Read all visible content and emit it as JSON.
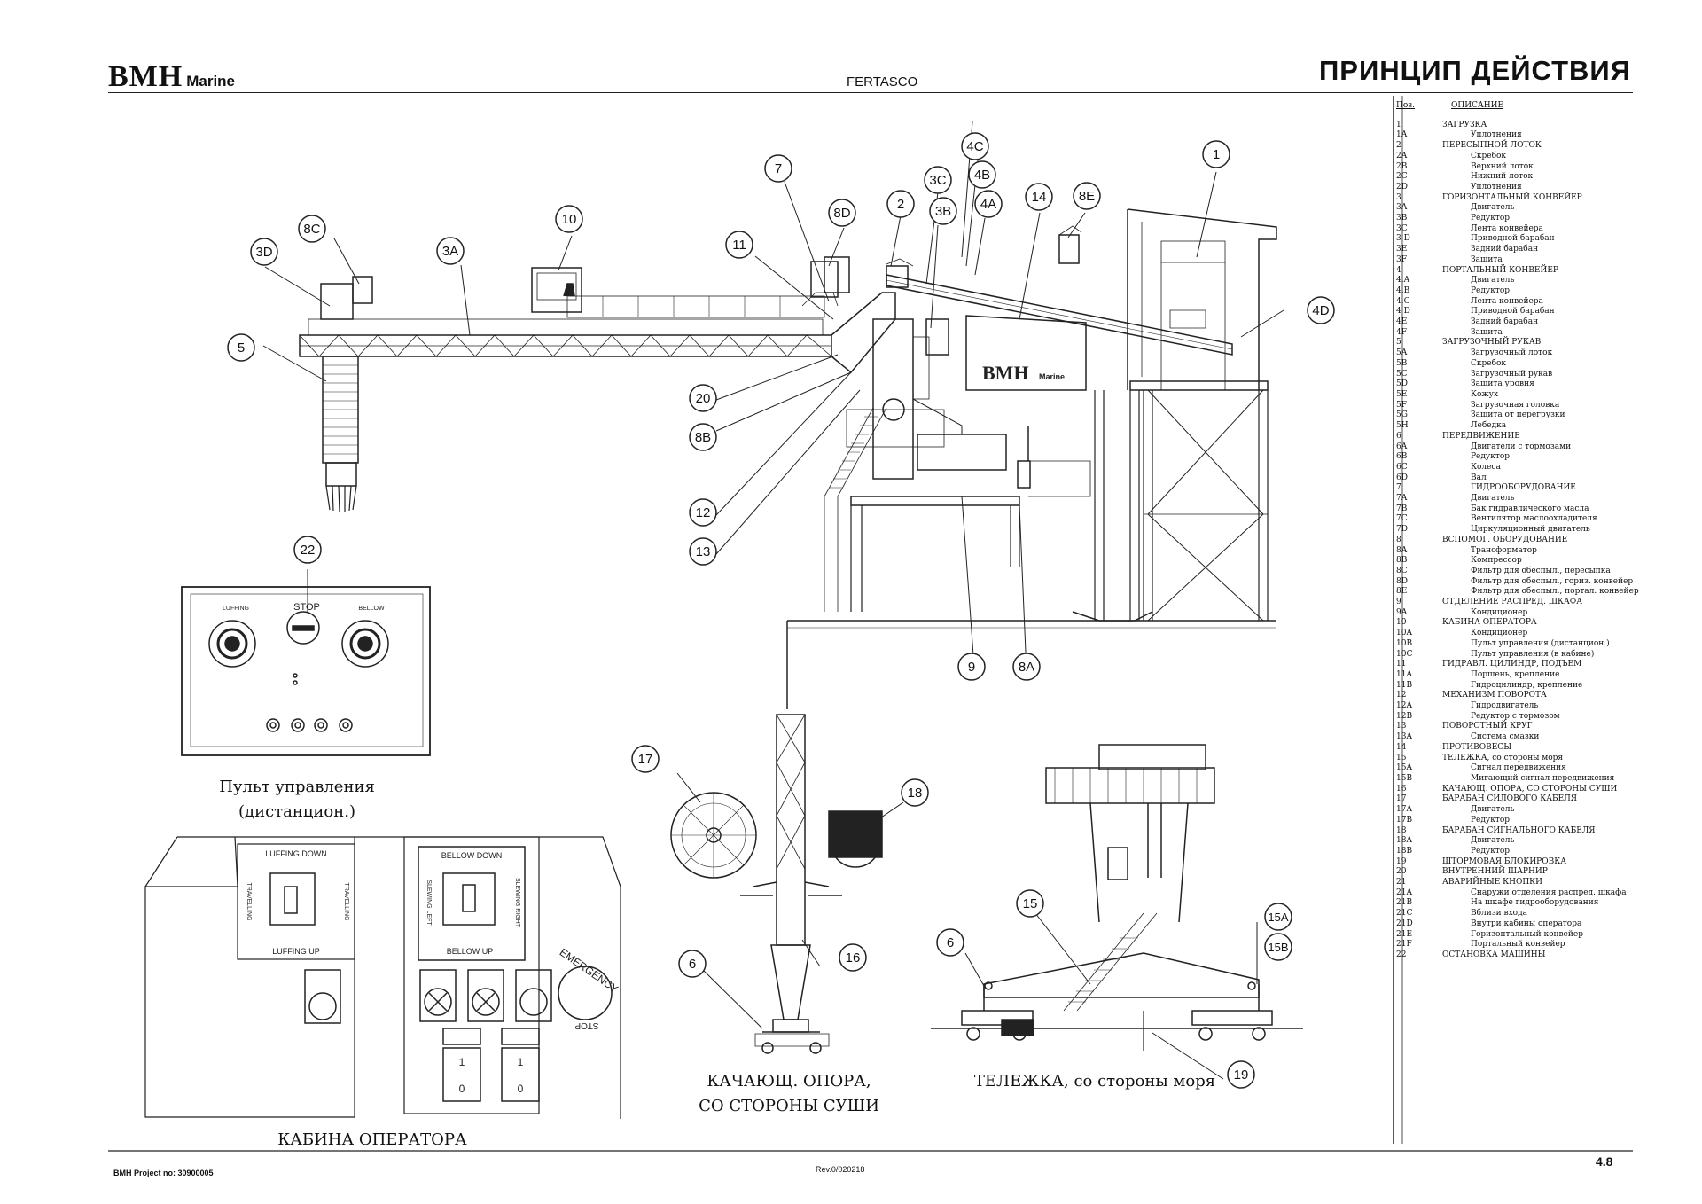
{
  "header": {
    "logo_main": "BMH",
    "logo_sub": "Marine",
    "project": "FERTASCO",
    "title": "ПРИНЦИП ДЕЙСТВИЯ"
  },
  "legend": {
    "col_pos": "Поз.",
    "col_desc": "ОПИСАНИЕ",
    "items": [
      {
        "code": "1",
        "text": "ЗАГРУЗКА",
        "main": true
      },
      {
        "code": "1A",
        "text": "Уплотнения",
        "main": false
      },
      {
        "code": "2",
        "text": "ПЕРЕСЫПНОЙ ЛОТОК",
        "main": true
      },
      {
        "code": "2A",
        "text": "Скребок",
        "main": false
      },
      {
        "code": "2B",
        "text": "Верхний лоток",
        "main": false
      },
      {
        "code": "2C",
        "text": "Нижний лоток",
        "main": false
      },
      {
        "code": "2D",
        "text": "Уплотнения",
        "main": false
      },
      {
        "code": "3",
        "text": "ГОРИЗОНТАЛЬНЫЙ КОНВЕЙЕР",
        "main": true
      },
      {
        "code": "3A",
        "text": "Двигатель",
        "main": false
      },
      {
        "code": "3B",
        "text": "Редуктор",
        "main": false
      },
      {
        "code": "3C",
        "text": "Лента конвейера",
        "main": false
      },
      {
        "code": "3 D",
        "text": "Приводной барабан",
        "main": false
      },
      {
        "code": "3E",
        "text": "Задний барабан",
        "main": false
      },
      {
        "code": "3F",
        "text": "Защита",
        "main": false
      },
      {
        "code": "4",
        "text": "ПОРТАЛЬНЫЙ КОНВЕЙЕР",
        "main": true
      },
      {
        "code": "4.A",
        "text": "Двигатель",
        "main": false
      },
      {
        "code": "4.B",
        "text": "Редуктор",
        "main": false
      },
      {
        "code": "4.C",
        "text": "Лента конвейера",
        "main": false
      },
      {
        "code": "4 D",
        "text": "Приводной барабан",
        "main": false
      },
      {
        "code": "4E",
        "text": "Задний барабан",
        "main": false
      },
      {
        "code": "4F",
        "text": "Защита",
        "main": false
      },
      {
        "code": "5",
        "text": "ЗАГРУЗОЧНЫЙ РУКАВ",
        "main": true
      },
      {
        "code": "5A",
        "text": "Загрузочный лоток",
        "main": false
      },
      {
        "code": "5B",
        "text": "Скребок",
        "main": false
      },
      {
        "code": "5C",
        "text": "Загрузочный рукав",
        "main": false
      },
      {
        "code": "5D",
        "text": "Защита уровня",
        "main": false
      },
      {
        "code": "5E",
        "text": "Кожух",
        "main": false
      },
      {
        "code": "5F",
        "text": "Загрузочная головка",
        "main": false
      },
      {
        "code": "5G",
        "text": "Защита от перегрузки",
        "main": false
      },
      {
        "code": "5H",
        "text": "Лебедка",
        "main": false
      },
      {
        "code": "6",
        "text": "ПЕРЕДВИЖЕНИЕ",
        "main": true
      },
      {
        "code": "6A",
        "text": "Двигатели с тормозами",
        "main": false
      },
      {
        "code": "6B",
        "text": "Редуктор",
        "main": false
      },
      {
        "code": "6C",
        "text": "Колеса",
        "main": false
      },
      {
        "code": "6D",
        "text": "Вал",
        "main": false
      },
      {
        "code": "7",
        "text": "ГИДРООБОРУДОВАНИЕ",
        "main": false
      },
      {
        "code": "7A",
        "text": "Двигатель",
        "main": false
      },
      {
        "code": "7B",
        "text": "Бак гидравлического масла",
        "main": false
      },
      {
        "code": "7C",
        "text": "Вентилятор маслоохладителя",
        "main": false
      },
      {
        "code": "7D",
        "text": "Циркуляционный двигатель",
        "main": false
      },
      {
        "code": "8",
        "text": "ВСПОМОГ. ОБОРУДОВАНИЕ",
        "main": true
      },
      {
        "code": "8A",
        "text": "Трансформатор",
        "main": false
      },
      {
        "code": "8B",
        "text": "Компрессор",
        "main": false
      },
      {
        "code": "8C",
        "text": "Фильтр для обеспыл., пересыпка",
        "main": false
      },
      {
        "code": "8D",
        "text": "Фильтр для обеспыл., гориз. конвейер",
        "main": false
      },
      {
        "code": "8E",
        "text": "Фильтр для обеспыл., портал. конвейер",
        "main": false
      },
      {
        "code": "9",
        "text": "ОТДЕЛЕНИЕ РАСПРЕД. ШКАФА",
        "main": true
      },
      {
        "code": "9A",
        "text": "Кондиционер",
        "main": false
      },
      {
        "code": "10",
        "text": "КАБИНА ОПЕРАТОРА",
        "main": true
      },
      {
        "code": "10A",
        "text": "Кондиционер",
        "main": false
      },
      {
        "code": "10B",
        "text": "Пульт управления (дистанцион.)",
        "main": false
      },
      {
        "code": "10C",
        "text": "Пульт управления (в кабине)",
        "main": false
      },
      {
        "code": "11",
        "text": "ГИДРАВЛ. ЦИЛИНДР, ПОДЪЕМ",
        "main": true
      },
      {
        "code": "11A",
        "text": "Поршень, крепление",
        "main": false
      },
      {
        "code": "11B",
        "text": "Гидроцилиндр, крепление",
        "main": false
      },
      {
        "code": "12",
        "text": "МЕХАНИЗМ ПОВОРОТА",
        "main": true
      },
      {
        "code": "12A",
        "text": "Гидродвигатель",
        "main": false
      },
      {
        "code": "12B",
        "text": "Редуктор с тормозом",
        "main": false
      },
      {
        "code": "13",
        "text": "ПОВОРОТНЫЙ КРУГ",
        "main": true
      },
      {
        "code": "13A",
        "text": "Система смазки",
        "main": false
      },
      {
        "code": "14",
        "text": "ПРОТИВОВЕСЫ",
        "main": true
      },
      {
        "code": "15",
        "text": "ТЕЛЕЖКА, со стороны моря",
        "main": true
      },
      {
        "code": "15A",
        "text": "Сигнал передвижения",
        "main": false
      },
      {
        "code": "15B",
        "text": "Мигающий сигнал передвижения",
        "main": false
      },
      {
        "code": "16",
        "text": "КАЧАЮЩ. ОПОРА, СО СТОРОНЫ СУШИ",
        "main": true
      },
      {
        "code": "17",
        "text": "БАРАБАН СИЛОВОГО КАБЕЛЯ",
        "main": true
      },
      {
        "code": "17A",
        "text": "Двигатель",
        "main": false
      },
      {
        "code": "17B",
        "text": "Редуктор",
        "main": false
      },
      {
        "code": "18",
        "text": "БАРАБАН СИГНАЛЬНОГО КАБЕЛЯ",
        "main": true
      },
      {
        "code": "18A",
        "text": "Двигатель",
        "main": false
      },
      {
        "code": "18B",
        "text": "Редуктор",
        "main": false
      },
      {
        "code": "19",
        "text": "ШТОРМОВАЯ БЛОКИРОВКА",
        "main": true
      },
      {
        "code": "20",
        "text": "ВНУТРЕННИЙ ШАРНИР",
        "main": true
      },
      {
        "code": "21",
        "text": "АВАРИЙНЫЕ КНОПКИ",
        "main": true
      },
      {
        "code": "21A",
        "text": "Снаружи отделения распред. шкафа",
        "main": false
      },
      {
        "code": "21B",
        "text": "На шкафе гидрооборудования",
        "main": false
      },
      {
        "code": "21C",
        "text": "Вблизи входа",
        "main": false
      },
      {
        "code": "21D",
        "text": "Внутри кабины оператора",
        "main": false
      },
      {
        "code": "21E",
        "text": "Горизонтальный конвейер",
        "main": false
      },
      {
        "code": "21F",
        "text": "Портальный конвейер",
        "main": false
      },
      {
        "code": "22",
        "text": "ОСТАНОВКА МАШИНЫ",
        "main": true
      }
    ]
  },
  "callouts": [
    {
      "id": "1",
      "label": "1"
    },
    {
      "id": "2",
      "label": "2"
    },
    {
      "id": "3A",
      "label": "3A"
    },
    {
      "id": "3B",
      "label": "3B"
    },
    {
      "id": "3C",
      "label": "3C"
    },
    {
      "id": "3D",
      "label": "3D"
    },
    {
      "id": "4A",
      "label": "4A"
    },
    {
      "id": "4B",
      "label": "4B"
    },
    {
      "id": "4C",
      "label": "4C"
    },
    {
      "id": "4D",
      "label": "4D"
    },
    {
      "id": "5",
      "label": "5"
    },
    {
      "id": "7",
      "label": "7"
    },
    {
      "id": "8A",
      "label": "8A"
    },
    {
      "id": "8B",
      "label": "8B"
    },
    {
      "id": "8C",
      "label": "8C"
    },
    {
      "id": "8D",
      "label": "8D"
    },
    {
      "id": "8E",
      "label": "8E"
    },
    {
      "id": "9",
      "label": "9"
    },
    {
      "id": "10",
      "label": "10"
    },
    {
      "id": "11",
      "label": "11"
    },
    {
      "id": "12",
      "label": "12"
    },
    {
      "id": "13",
      "label": "13"
    },
    {
      "id": "14",
      "label": "14"
    },
    {
      "id": "20",
      "label": "20"
    },
    {
      "id": "22",
      "label": "22"
    },
    {
      "id": "17",
      "label": "17"
    },
    {
      "id": "18",
      "label": "18"
    },
    {
      "id": "6a",
      "label": "6"
    },
    {
      "id": "16",
      "label": "16"
    },
    {
      "id": "15",
      "label": "15"
    },
    {
      "id": "15A",
      "label": "15A"
    },
    {
      "id": "15B",
      "label": "15B"
    },
    {
      "id": "6b",
      "label": "6"
    },
    {
      "id": "19",
      "label": "19"
    }
  ],
  "remote_panel": {
    "luffing": "LUFFING",
    "stop": "STOP",
    "bellow": "BELLOW"
  },
  "cabin_panel": {
    "luffing_down": "LUFFING DOWN",
    "luffing_up": "LUFFING UP",
    "travelling": "TRAVELLING",
    "bellow_down": "BELLOW DOWN",
    "bellow_up": "BELLOW UP",
    "slewing_left": "SLEWING LEFT",
    "slewing_right": "SLEWING RIGHT",
    "emergency": "EMERGENCY",
    "emergency_stop": "STOP",
    "switch_on": "1",
    "switch_off": "0"
  },
  "captions": {
    "remote": "Пульт управления (дистанцион.)",
    "cabin": "КАБИНА ОПЕРАТОРА",
    "landside_line1": "КАЧАЮЩ. ОПОРА,",
    "landside_line2": "СО СТОРОНЫ СУШИ",
    "seaside": "ТЕЛЕЖКА, со стороны моря"
  },
  "footer": {
    "project_no": "BMH Project no: 30900005",
    "revision": "Rev.0/020218",
    "page": "4.8"
  }
}
